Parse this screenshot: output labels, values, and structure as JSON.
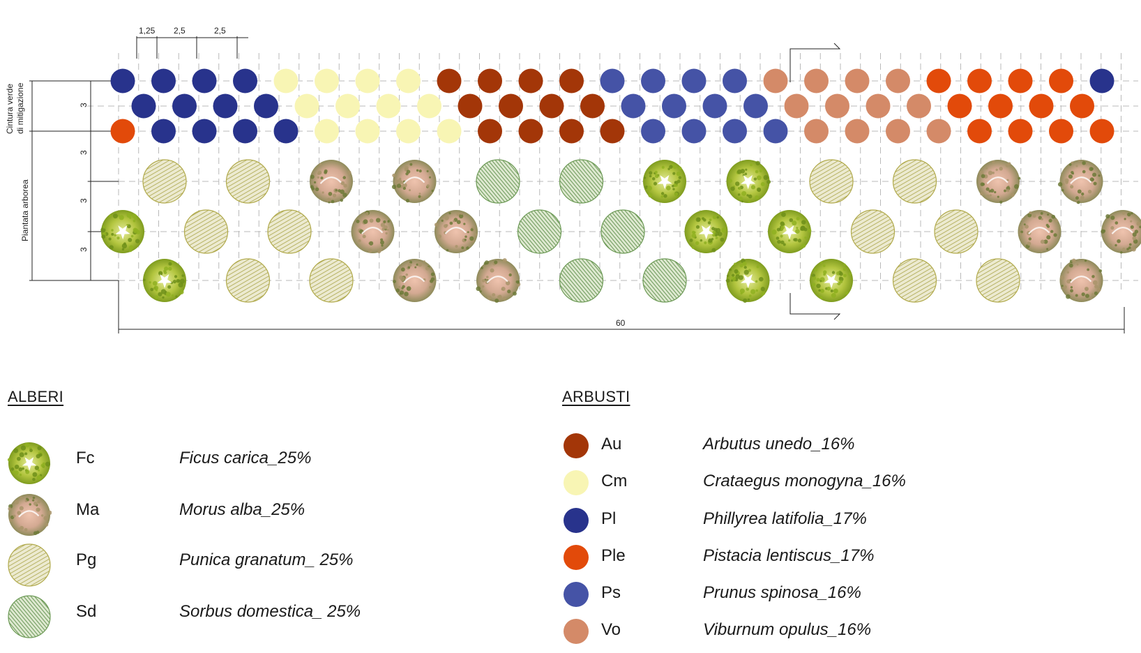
{
  "dimensions": {
    "spacing_labels": [
      "1,25",
      "2,5",
      "2,5"
    ],
    "row_labels": [
      "3",
      "3",
      "3",
      "3"
    ],
    "total_length": "60"
  },
  "side_labels": {
    "mitigation_line1": "Cintura verde",
    "mitigation_line2": "di mitigazione",
    "trees": "Piantata arborea"
  },
  "legend": {
    "trees_title": "ALBERI",
    "shrubs_title": "ARBUSTI",
    "trees": [
      {
        "code": "Fc",
        "name": "Ficus carica_25%",
        "icon": "ficus-carica-icon"
      },
      {
        "code": "Ma",
        "name": "Morus alba_25%",
        "icon": "morus-alba-icon"
      },
      {
        "code": "Pg",
        "name": "Punica granatum_ 25%",
        "icon": "punica-granatum-icon"
      },
      {
        "code": "Sd",
        "name": "Sorbus domestica_ 25%",
        "icon": "sorbus-domestica-icon"
      }
    ],
    "shrubs": [
      {
        "code": "Au",
        "name": "Arbutus unedo_16%",
        "color": "#a33608"
      },
      {
        "code": "Cm",
        "name": "Crataegus monogyna_16%",
        "color": "#f8f5b4"
      },
      {
        "code": "Pl",
        "name": "Phillyrea latifolia_17%",
        "color": "#28338c"
      },
      {
        "code": "Ple",
        "name": "Pistacia lentiscus_17%",
        "color": "#e24a0a"
      },
      {
        "code": "Ps",
        "name": "Prunus spinosa_16%",
        "color": "#4553a6"
      },
      {
        "code": "Vo",
        "name": "Viburnum opulus_16%",
        "color": "#d48a68"
      }
    ]
  },
  "plan": {
    "shrub_rows": [
      [
        "Pl",
        "Pl",
        "Pl",
        "Pl",
        "Cm",
        "Cm",
        "Cm",
        "Cm",
        "Au",
        "Au",
        "Au",
        "Au",
        "Ps",
        "Ps",
        "Ps",
        "Ps",
        "Vo",
        "Vo",
        "Vo",
        "Vo",
        "Ple",
        "Ple",
        "Ple",
        "Ple",
        "Pl"
      ],
      [
        "Pl",
        "Pl",
        "Pl",
        "Pl",
        "Cm",
        "Cm",
        "Cm",
        "Cm",
        "Au",
        "Au",
        "Au",
        "Au",
        "Ps",
        "Ps",
        "Ps",
        "Ps",
        "Vo",
        "Vo",
        "Vo",
        "Vo",
        "Ple",
        "Ple",
        "Ple",
        "Ple"
      ],
      [
        "Ple",
        "Pl",
        "Pl",
        "Pl",
        "Pl",
        "Cm",
        "Cm",
        "Cm",
        "Cm",
        "Au",
        "Au",
        "Au",
        "Au",
        "Ps",
        "Ps",
        "Ps",
        "Ps",
        "Vo",
        "Vo",
        "Vo",
        "Vo",
        "Ple",
        "Ple",
        "Ple",
        "Ple"
      ]
    ],
    "tree_rows": [
      [
        "Pg",
        "Pg",
        "Ma",
        "Ma",
        "Sd",
        "Sd",
        "Fc",
        "Fc",
        "Pg",
        "Pg",
        "Ma",
        "Ma"
      ],
      [
        "Fc",
        "Pg",
        "Pg",
        "Ma",
        "Ma",
        "Sd",
        "Sd",
        "Fc",
        "Fc",
        "Pg",
        "Pg",
        "Ma",
        "Ma"
      ],
      [
        "Fc",
        "Pg",
        "Pg",
        "Ma",
        "Ma",
        "Sd",
        "Sd",
        "Fc",
        "Fc",
        "Pg",
        "Pg",
        "Ma"
      ]
    ],
    "tree_colors": {
      "Fc": [
        "#8fb021",
        "#c7d35a",
        "#ffffff"
      ],
      "Ma": [
        "#a8946a",
        "#e6b7a2",
        "#6d7a38"
      ],
      "Pg": [
        "#d6d397",
        "#b1aa4c",
        "#8c8a3d"
      ],
      "Sd": [
        "#cfdfb6",
        "#6d9a56",
        "#4d7d3f"
      ]
    },
    "shrub_colors": {
      "Au": "#a33608",
      "Cm": "#f8f5b4",
      "Pl": "#28338c",
      "Ple": "#e24a0a",
      "Ps": "#4553a6",
      "Vo": "#d48a68"
    }
  }
}
